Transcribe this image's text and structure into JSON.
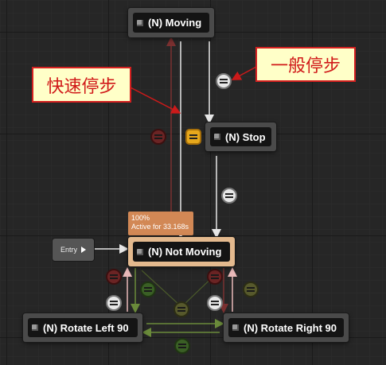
{
  "states": {
    "moving": {
      "label": "(N) Moving"
    },
    "stop": {
      "label": "(N) Stop"
    },
    "not_moving": {
      "label": "(N) Not Moving"
    },
    "rotate_left": {
      "label": "(N) Rotate Left 90"
    },
    "rotate_right": {
      "label": "(N) Rotate Right 90"
    }
  },
  "entry": {
    "label": "Entry"
  },
  "active_badge": {
    "percent": "100%",
    "duration": "Active for 33.168s"
  },
  "annotations": {
    "quick_stop": "快速停步",
    "normal_stop": "一般停步"
  },
  "colors": {
    "background": "#262626",
    "active_state": "#e3b98e",
    "callout_text": "#d01818",
    "callout_border": "#d42020",
    "callout_fill": "#ffffc8"
  }
}
